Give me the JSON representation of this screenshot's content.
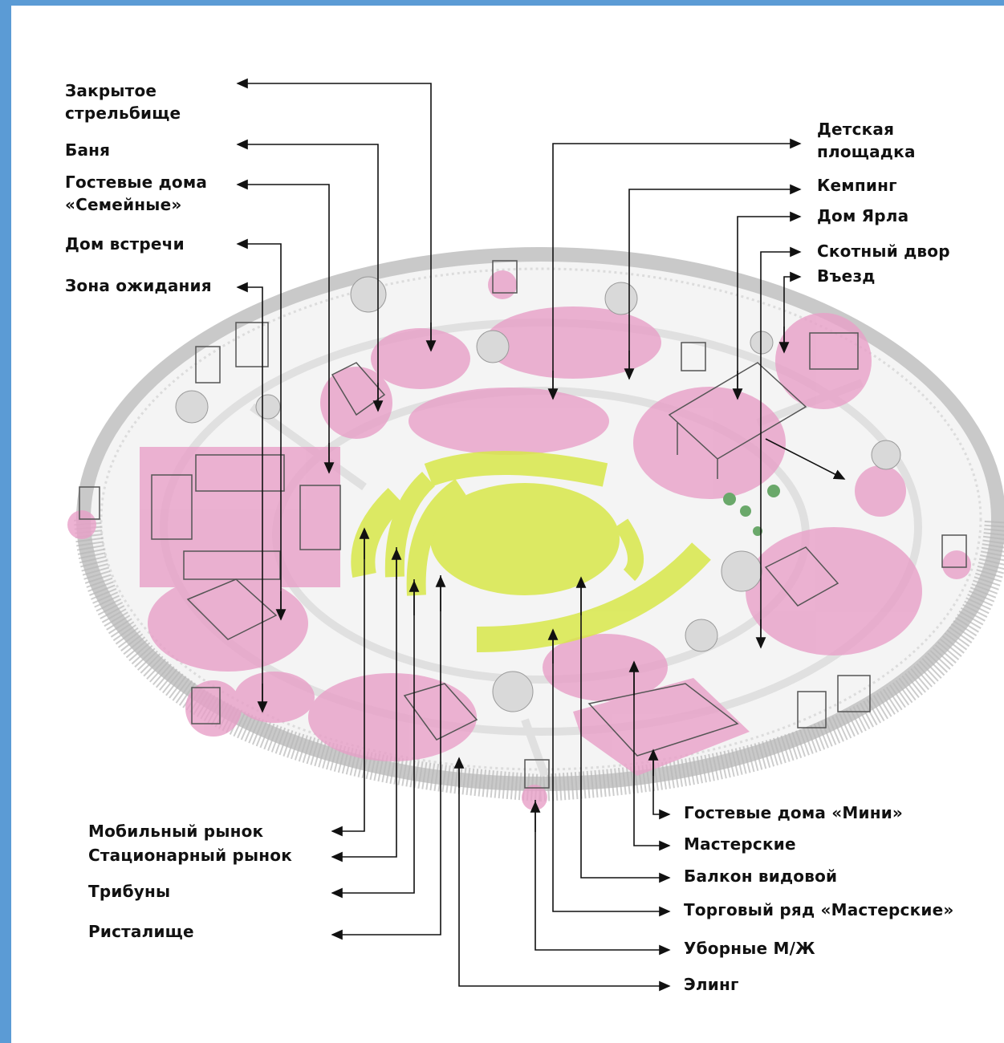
{
  "colors": {
    "background_frame": "#5b9bd5",
    "zone_pink": "#e8a0c8",
    "zone_yellow": "#d8e84a",
    "arrow": "#111111",
    "label": "#111111"
  },
  "labels_left_top": [
    {
      "id": "shooting",
      "text": "Закрытое\nстрельбище"
    },
    {
      "id": "banya",
      "text": "Баня"
    },
    {
      "id": "family-houses",
      "text": "Гостевые дома\n«Семейные»"
    },
    {
      "id": "meeting-house",
      "text": "Дом встречи"
    },
    {
      "id": "waiting-zone",
      "text": "Зона ожидания"
    }
  ],
  "labels_right_top": [
    {
      "id": "playground",
      "text": "Детская\nплощадка"
    },
    {
      "id": "camping",
      "text": "Кемпинг"
    },
    {
      "id": "jarl-house",
      "text": "Дом Ярла"
    },
    {
      "id": "barnyard",
      "text": "Скотный двор"
    },
    {
      "id": "entrance",
      "text": "Въезд"
    }
  ],
  "labels_left_bottom": [
    {
      "id": "mobile-market",
      "text": "Мобильный рынок"
    },
    {
      "id": "stationary-market",
      "text": "Стационарный рынок"
    },
    {
      "id": "tribunes",
      "text": "Трибуны"
    },
    {
      "id": "ristalishche",
      "text": "Ристалище"
    }
  ],
  "labels_right_bottom": [
    {
      "id": "mini-houses",
      "text": "Гостевые дома «Мини»"
    },
    {
      "id": "workshops",
      "text": "Мастерские"
    },
    {
      "id": "view-balcony",
      "text": "Балкон видовой"
    },
    {
      "id": "trade-row",
      "text": "Торговый ряд «Мастерские»"
    },
    {
      "id": "toilets",
      "text": "Уборные М/Ж"
    },
    {
      "id": "boathouse",
      "text": "Элинг"
    }
  ]
}
